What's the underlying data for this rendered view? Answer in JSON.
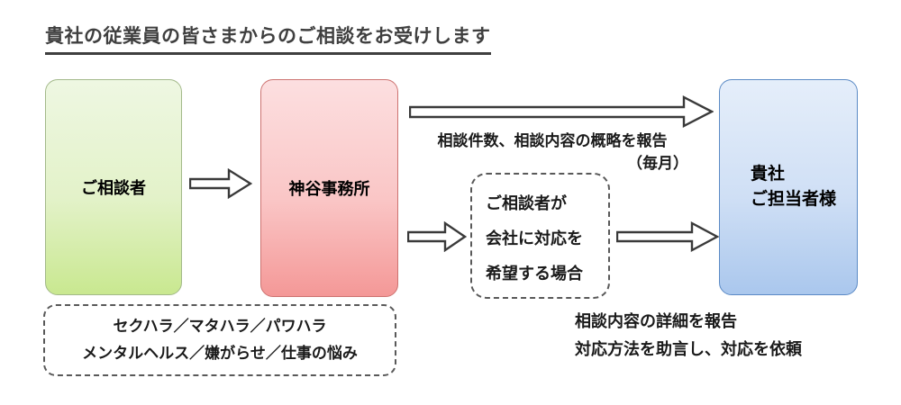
{
  "title": "貴社の従業員の皆さまからのご相談をお受けします",
  "nodes": {
    "consulter": {
      "label": "ご相談者"
    },
    "office": {
      "label": "神谷事務所"
    },
    "company": {
      "lines": [
        "貴社",
        "ご担当者様"
      ]
    }
  },
  "monthly_report": {
    "caption": "相談件数、相談内容の概略を報告",
    "frequency": "（毎月）"
  },
  "condition_box": {
    "lines": [
      "ご相談者が",
      "会社に対応を",
      "希望する場合"
    ]
  },
  "topics_box": {
    "lines": [
      "セクハラ／マタハラ／パワハラ",
      "メンタルヘルス／嫌がらせ／仕事の悩み"
    ]
  },
  "detail_report": {
    "lines": [
      "相談内容の詳細を報告",
      "対応方法を助言し、対応を依頼"
    ]
  },
  "colors": {
    "consulter_box_top": "#eef7e2",
    "consulter_box_bottom": "#c9e890",
    "consulter_border": "#a3b98a",
    "office_box_top": "#fcdfe0",
    "office_box_bottom": "#f49897",
    "office_border": "#cd7371",
    "company_box_top": "#e5eefa",
    "company_box_bottom": "#aac7ed",
    "company_border": "#5b8ac5",
    "dashed_border": "#595959",
    "arrow_fill": "#ffffff",
    "arrow_outline": "#3a3a3a",
    "title_color": "#3f3f3f"
  }
}
